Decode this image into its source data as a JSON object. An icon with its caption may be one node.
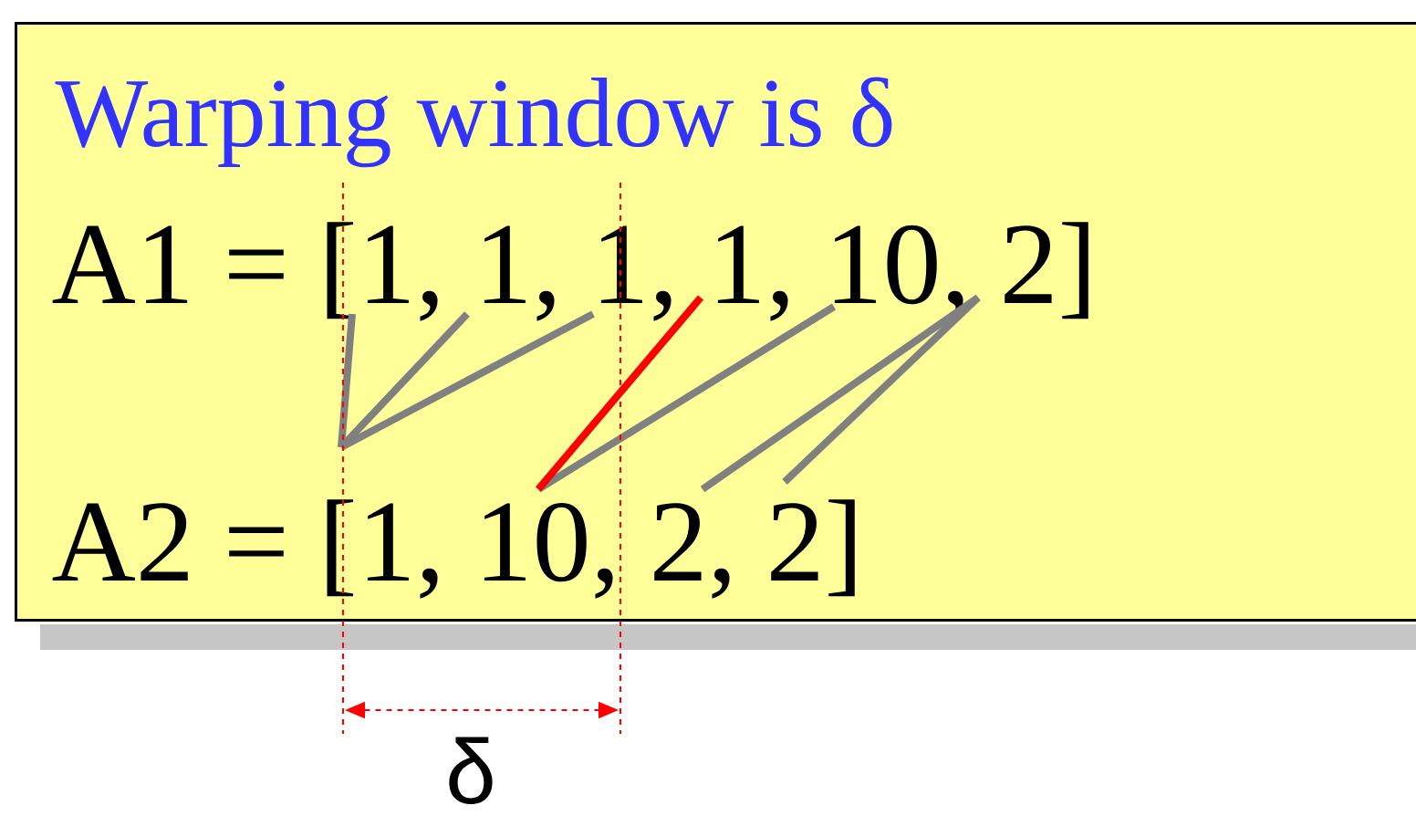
{
  "diagram": {
    "nodes": [
      {
        "text": [
          "Warping window is δ",
          "A1 = [1, 1, 1, 1, 10, 2]",
          "A2 = [1, 10, 2, 2]"
        ]
      }
    ],
    "labels": [
      "δ"
    ]
  }
}
